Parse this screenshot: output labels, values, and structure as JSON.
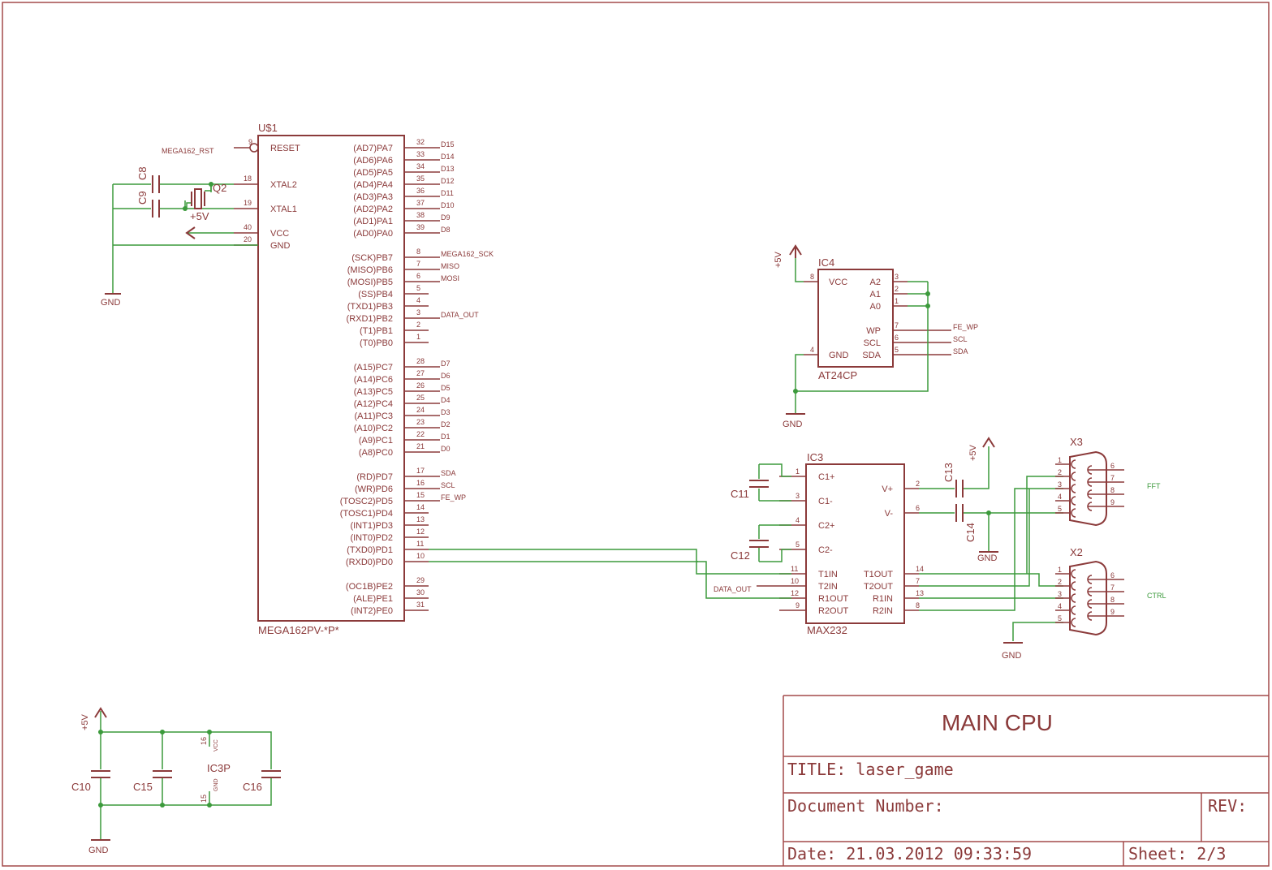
{
  "colors": {
    "symbol": "#8b3a3a",
    "net": "#3c9a3c",
    "frame": "#a34a4a"
  },
  "u1": {
    "name": "U$1",
    "value": "MEGA162PV-*P*",
    "reset_net": "MEGA162_RST",
    "left_pins": [
      {
        "num": "9",
        "label": "RESET"
      },
      {
        "num": "18",
        "label": "XTAL2"
      },
      {
        "num": "19",
        "label": "XTAL1"
      },
      {
        "num": "40",
        "label": "VCC"
      },
      {
        "num": "20",
        "label": "GND"
      }
    ],
    "right_pins": [
      {
        "num": "32",
        "label": "(AD7)PA7",
        "net": "D15"
      },
      {
        "num": "33",
        "label": "(AD6)PA6",
        "net": "D14"
      },
      {
        "num": "34",
        "label": "(AD5)PA5",
        "net": "D13"
      },
      {
        "num": "35",
        "label": "(AD4)PA4",
        "net": "D12"
      },
      {
        "num": "36",
        "label": "(AD3)PA3",
        "net": "D11"
      },
      {
        "num": "37",
        "label": "(AD2)PA2",
        "net": "D10"
      },
      {
        "num": "38",
        "label": "(AD1)PA1",
        "net": "D9"
      },
      {
        "num": "39",
        "label": "(AD0)PA0",
        "net": "D8"
      },
      {
        "num": "8",
        "label": "(SCK)PB7",
        "net": "MEGA162_SCK"
      },
      {
        "num": "7",
        "label": "(MISO)PB6",
        "net": "MISO"
      },
      {
        "num": "6",
        "label": "(MOSI)PB5",
        "net": "MOSI"
      },
      {
        "num": "5",
        "label": "(SS)PB4",
        "net": ""
      },
      {
        "num": "4",
        "label": "(TXD1)PB3",
        "net": ""
      },
      {
        "num": "3",
        "label": "(RXD1)PB2",
        "net": "DATA_OUT"
      },
      {
        "num": "2",
        "label": "(T1)PB1",
        "net": ""
      },
      {
        "num": "1",
        "label": "(T0)PB0",
        "net": ""
      },
      {
        "num": "28",
        "label": "(A15)PC7",
        "net": "D7"
      },
      {
        "num": "27",
        "label": "(A14)PC6",
        "net": "D6"
      },
      {
        "num": "26",
        "label": "(A13)PC5",
        "net": "D5"
      },
      {
        "num": "25",
        "label": "(A12)PC4",
        "net": "D4"
      },
      {
        "num": "24",
        "label": "(A11)PC3",
        "net": "D3"
      },
      {
        "num": "23",
        "label": "(A10)PC2",
        "net": "D2"
      },
      {
        "num": "22",
        "label": "(A9)PC1",
        "net": "D1"
      },
      {
        "num": "21",
        "label": "(A8)PC0",
        "net": "D0"
      },
      {
        "num": "17",
        "label": "(RD)PD7",
        "net": "SDA"
      },
      {
        "num": "16",
        "label": "(WR)PD6",
        "net": "SCL"
      },
      {
        "num": "15",
        "label": "(TOSC2)PD5",
        "net": "FE_WP"
      },
      {
        "num": "14",
        "label": "(TOSC1)PD4",
        "net": ""
      },
      {
        "num": "13",
        "label": "(INT1)PD3",
        "net": ""
      },
      {
        "num": "12",
        "label": "(INT0)PD2",
        "net": ""
      },
      {
        "num": "11",
        "label": "(TXD0)PD1",
        "net": ""
      },
      {
        "num": "10",
        "label": "(RXD0)PD0",
        "net": ""
      },
      {
        "num": "29",
        "label": "(OC1B)PE2",
        "net": ""
      },
      {
        "num": "30",
        "label": "(ALE)PE1",
        "net": ""
      },
      {
        "num": "31",
        "label": "(INT2)PE0",
        "net": ""
      }
    ]
  },
  "crystal": {
    "c8": "C8",
    "c9": "C9",
    "q2": "Q2",
    "plus5v": "+5V",
    "gnd": "GND"
  },
  "ic4": {
    "name": "IC4",
    "value": "AT24CP",
    "plus5v": "+5V",
    "gnd": "GND",
    "left_pins": [
      {
        "num": "8",
        "label": "VCC"
      },
      {
        "num": "4",
        "label": "GND"
      }
    ],
    "right_pins": [
      {
        "num": "3",
        "label": "A2",
        "net": ""
      },
      {
        "num": "2",
        "label": "A1",
        "net": ""
      },
      {
        "num": "1",
        "label": "A0",
        "net": ""
      },
      {
        "num": "7",
        "label": "WP",
        "net": "FE_WP"
      },
      {
        "num": "6",
        "label": "SCL",
        "net": "SCL"
      },
      {
        "num": "5",
        "label": "SDA",
        "net": "SDA"
      }
    ]
  },
  "ic3": {
    "name": "IC3",
    "value": "MAX232",
    "data_out": "DATA_OUT",
    "left_pins": [
      {
        "num": "1",
        "label": "C1+"
      },
      {
        "num": "3",
        "label": "C1-"
      },
      {
        "num": "4",
        "label": "C2+"
      },
      {
        "num": "5",
        "label": "C2-"
      },
      {
        "num": "11",
        "label": "T1IN"
      },
      {
        "num": "10",
        "label": "T2IN"
      },
      {
        "num": "12",
        "label": "R1OUT"
      },
      {
        "num": "9",
        "label": "R2OUT"
      }
    ],
    "right_pins": [
      {
        "num": "2",
        "label": "V+"
      },
      {
        "num": "6",
        "label": "V-"
      },
      {
        "num": "14",
        "label": "T1OUT"
      },
      {
        "num": "7",
        "label": "T2OUT"
      },
      {
        "num": "13",
        "label": "R1IN"
      },
      {
        "num": "8",
        "label": "R2IN"
      }
    ],
    "caps": {
      "c11": "C11",
      "c12": "C12",
      "c13": "C13",
      "c14": "C14"
    },
    "plus5v": "+5V",
    "gnd": "GND"
  },
  "x3": {
    "name": "X3",
    "net": "FFT",
    "left": [
      "1",
      "2",
      "3",
      "4",
      "5"
    ],
    "right": [
      "6",
      "7",
      "8",
      "9"
    ]
  },
  "x2": {
    "name": "X2",
    "net": "CTRL",
    "left": [
      "1",
      "2",
      "3",
      "4",
      "5"
    ],
    "right": [
      "6",
      "7",
      "8",
      "9"
    ],
    "gnd": "GND"
  },
  "power": {
    "plus5v": "+5V",
    "gnd": "GND",
    "c10": "C10",
    "c15": "C15",
    "c16": "C16",
    "ic3p": "IC3P",
    "vcc_pin": "16",
    "vcc": "VCC",
    "gnd_pin": "15",
    "gnd_lbl": "GND"
  },
  "titleblock": {
    "heading": "MAIN CPU",
    "title": "TITLE:  laser_game",
    "doc": "Document Number:",
    "rev": "REV:",
    "date": "Date: 21.03.2012 09:33:59",
    "sheet": "Sheet: 2/3"
  }
}
